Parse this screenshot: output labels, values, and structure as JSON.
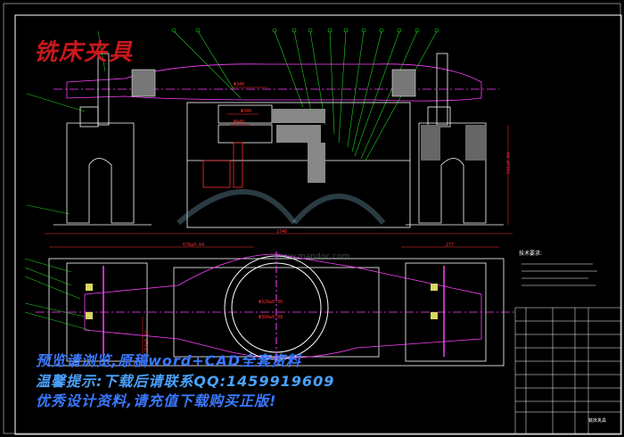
{
  "drawing": {
    "title_cn": "铣床夹具",
    "watermark": "www.mandoc.com",
    "dimensions": {
      "overall_width": "1746",
      "left_span": "678±0.04",
      "right_span": "277",
      "height_front": "542±0.04",
      "pos_a": "Φ340",
      "pos_b": "Φ440",
      "pos_c": "Φ440",
      "top_c": "Φ340",
      "bore_a": "Φ320±0.36",
      "bore_b": "Φ300±0.08",
      "side_dim": "268±0.04"
    },
    "tech_requirements_title": "技术要求:",
    "title_block_name": "铣床夹具"
  },
  "promo": {
    "line1": "预览请浏览,原稿word+CAD全套资料",
    "line2": "温馨提示:下载后请联系QQ:1459919609",
    "line3": "优秀设计资料,请充值下载购买正版!"
  },
  "colors": {
    "background": "#000000",
    "outline": "#ffffff",
    "part": "#ff40ff",
    "dimension": "#ff2f2f",
    "centerline": "#ff40ff",
    "leader": "#1fd11f",
    "frame": "#ffffff",
    "promo": "#3a78ff"
  }
}
